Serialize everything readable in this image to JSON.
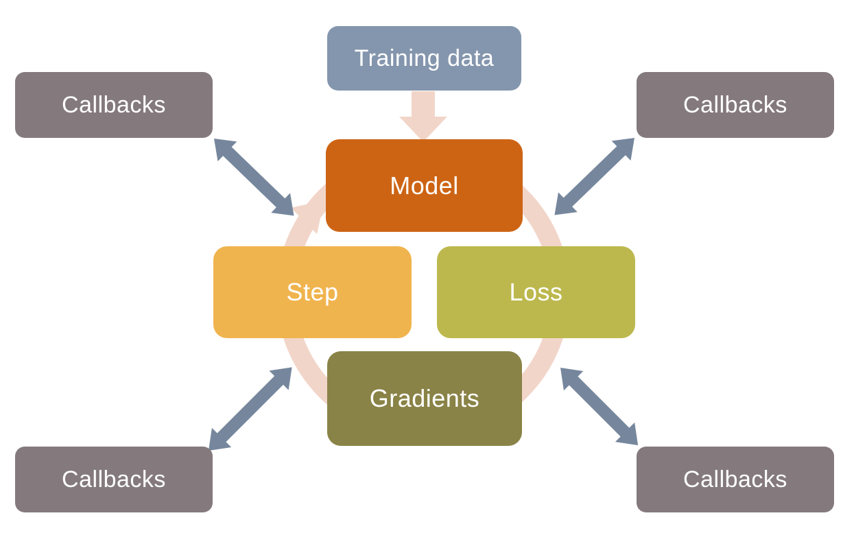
{
  "diagram": {
    "top_box": {
      "label": "Training data"
    },
    "cycle": {
      "model": {
        "label": "Model"
      },
      "loss": {
        "label": "Loss"
      },
      "gradients": {
        "label": "Gradients"
      },
      "step": {
        "label": "Step"
      }
    },
    "callbacks": {
      "top_left": {
        "label": "Callbacks"
      },
      "top_right": {
        "label": "Callbacks"
      },
      "bottom_left": {
        "label": "Callbacks"
      },
      "bottom_right": {
        "label": "Callbacks"
      }
    },
    "colors": {
      "training_data": "#8496ad",
      "model": "#cd6414",
      "step": "#f0b44e",
      "loss": "#bcb84d",
      "gradients": "#8a8347",
      "callbacks": "#847a7d",
      "cycle_ring": "#f2d5c9",
      "connector_arrows": "#76879d",
      "text": "#ffffff"
    }
  }
}
